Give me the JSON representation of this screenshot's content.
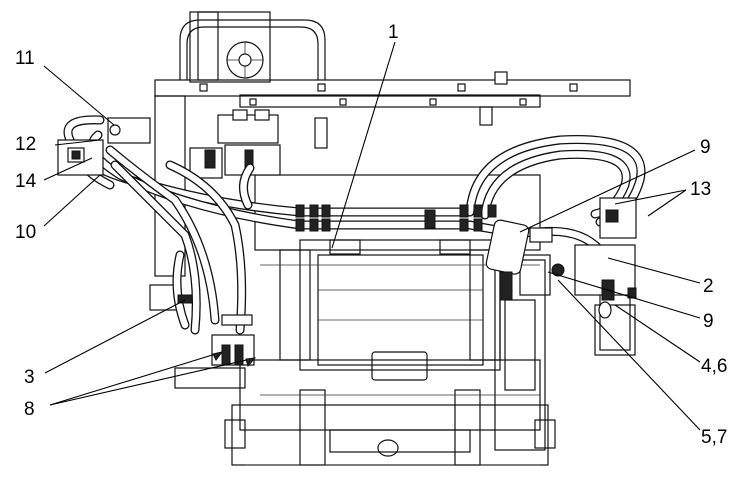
{
  "diagram": {
    "callouts": [
      {
        "id": "c1",
        "text": "1"
      },
      {
        "id": "c11",
        "text": "11"
      },
      {
        "id": "c12",
        "text": "12"
      },
      {
        "id": "c14",
        "text": "14"
      },
      {
        "id": "c10",
        "text": "10"
      },
      {
        "id": "c9a",
        "text": "9"
      },
      {
        "id": "c13",
        "text": "13"
      },
      {
        "id": "c2",
        "text": "2"
      },
      {
        "id": "c9b",
        "text": "9"
      },
      {
        "id": "c46",
        "text": "4,6"
      },
      {
        "id": "c57",
        "text": "5,7"
      },
      {
        "id": "c3",
        "text": "3"
      },
      {
        "id": "c8",
        "text": "8"
      }
    ]
  }
}
